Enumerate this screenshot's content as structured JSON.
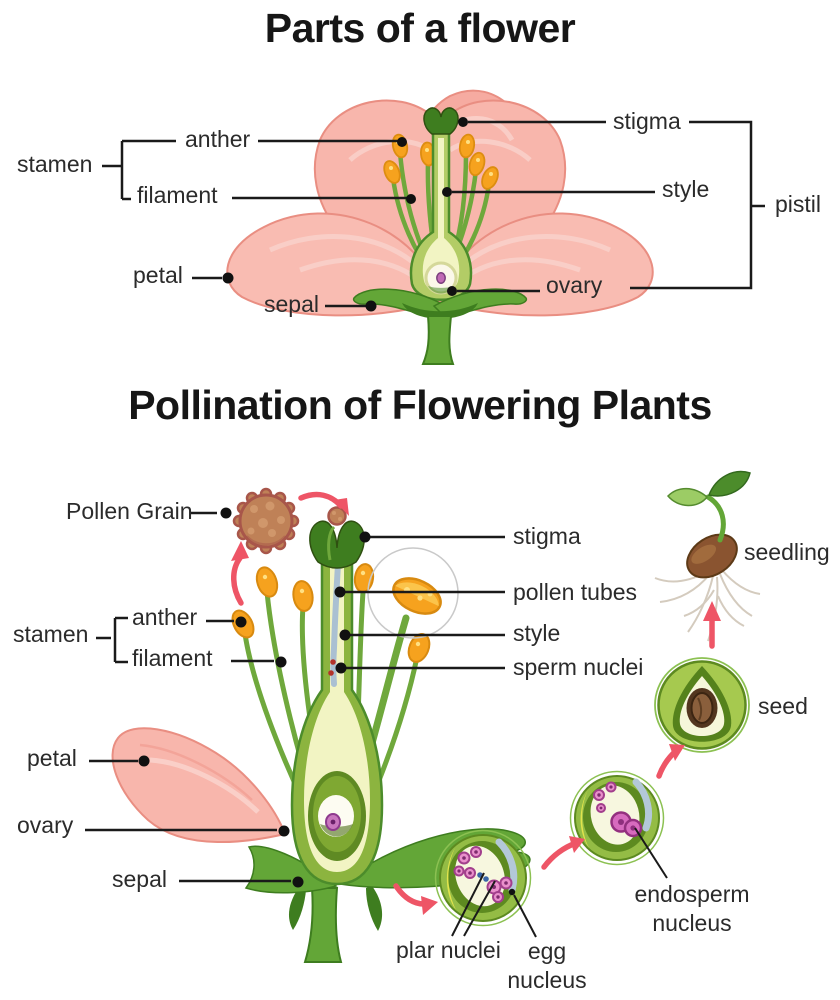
{
  "titles": {
    "parts": "Parts of a flower",
    "pollination": "Pollination of Flowering Plants"
  },
  "parts_labels": {
    "stamen": "stamen",
    "anther": "anther",
    "filament": "filament",
    "stigma": "stigma",
    "style": "style",
    "pistil": "pistil",
    "petal": "petal",
    "sepal": "sepal",
    "ovary": "ovary"
  },
  "pollination_labels": {
    "pollen_grain": "Pollen Grain",
    "stamen": "stamen",
    "anther": "anther",
    "filament": "filament",
    "petal": "petal",
    "ovary": "ovary",
    "sepal": "sepal",
    "stigma": "stigma",
    "pollen_tubes": "pollen tubes",
    "style": "style",
    "sperm_nuclei": "sperm nuclei",
    "plar_nuclei": "plar nuclei",
    "egg_nucleus": [
      "egg",
      "nucleus"
    ],
    "endosperm_nucleus": [
      "endosperm",
      "nucleus"
    ],
    "seed": "seed",
    "seedling": "seedling"
  },
  "colors": {
    "petal_pink": "#f7b3a9",
    "petal_edge": "#e98e82",
    "leaf_green": "#63a637",
    "dark_green": "#3e7d1f",
    "anther_orange": "#f6a21e",
    "pollen_brown": "#bf8157",
    "pollen_tube_blue": "#aac0d2",
    "nucleus_pink": "#d76bbe",
    "arrow_red": "#ee5566",
    "leader_black": "#1a1a1a",
    "text": "#2b2b2b"
  }
}
